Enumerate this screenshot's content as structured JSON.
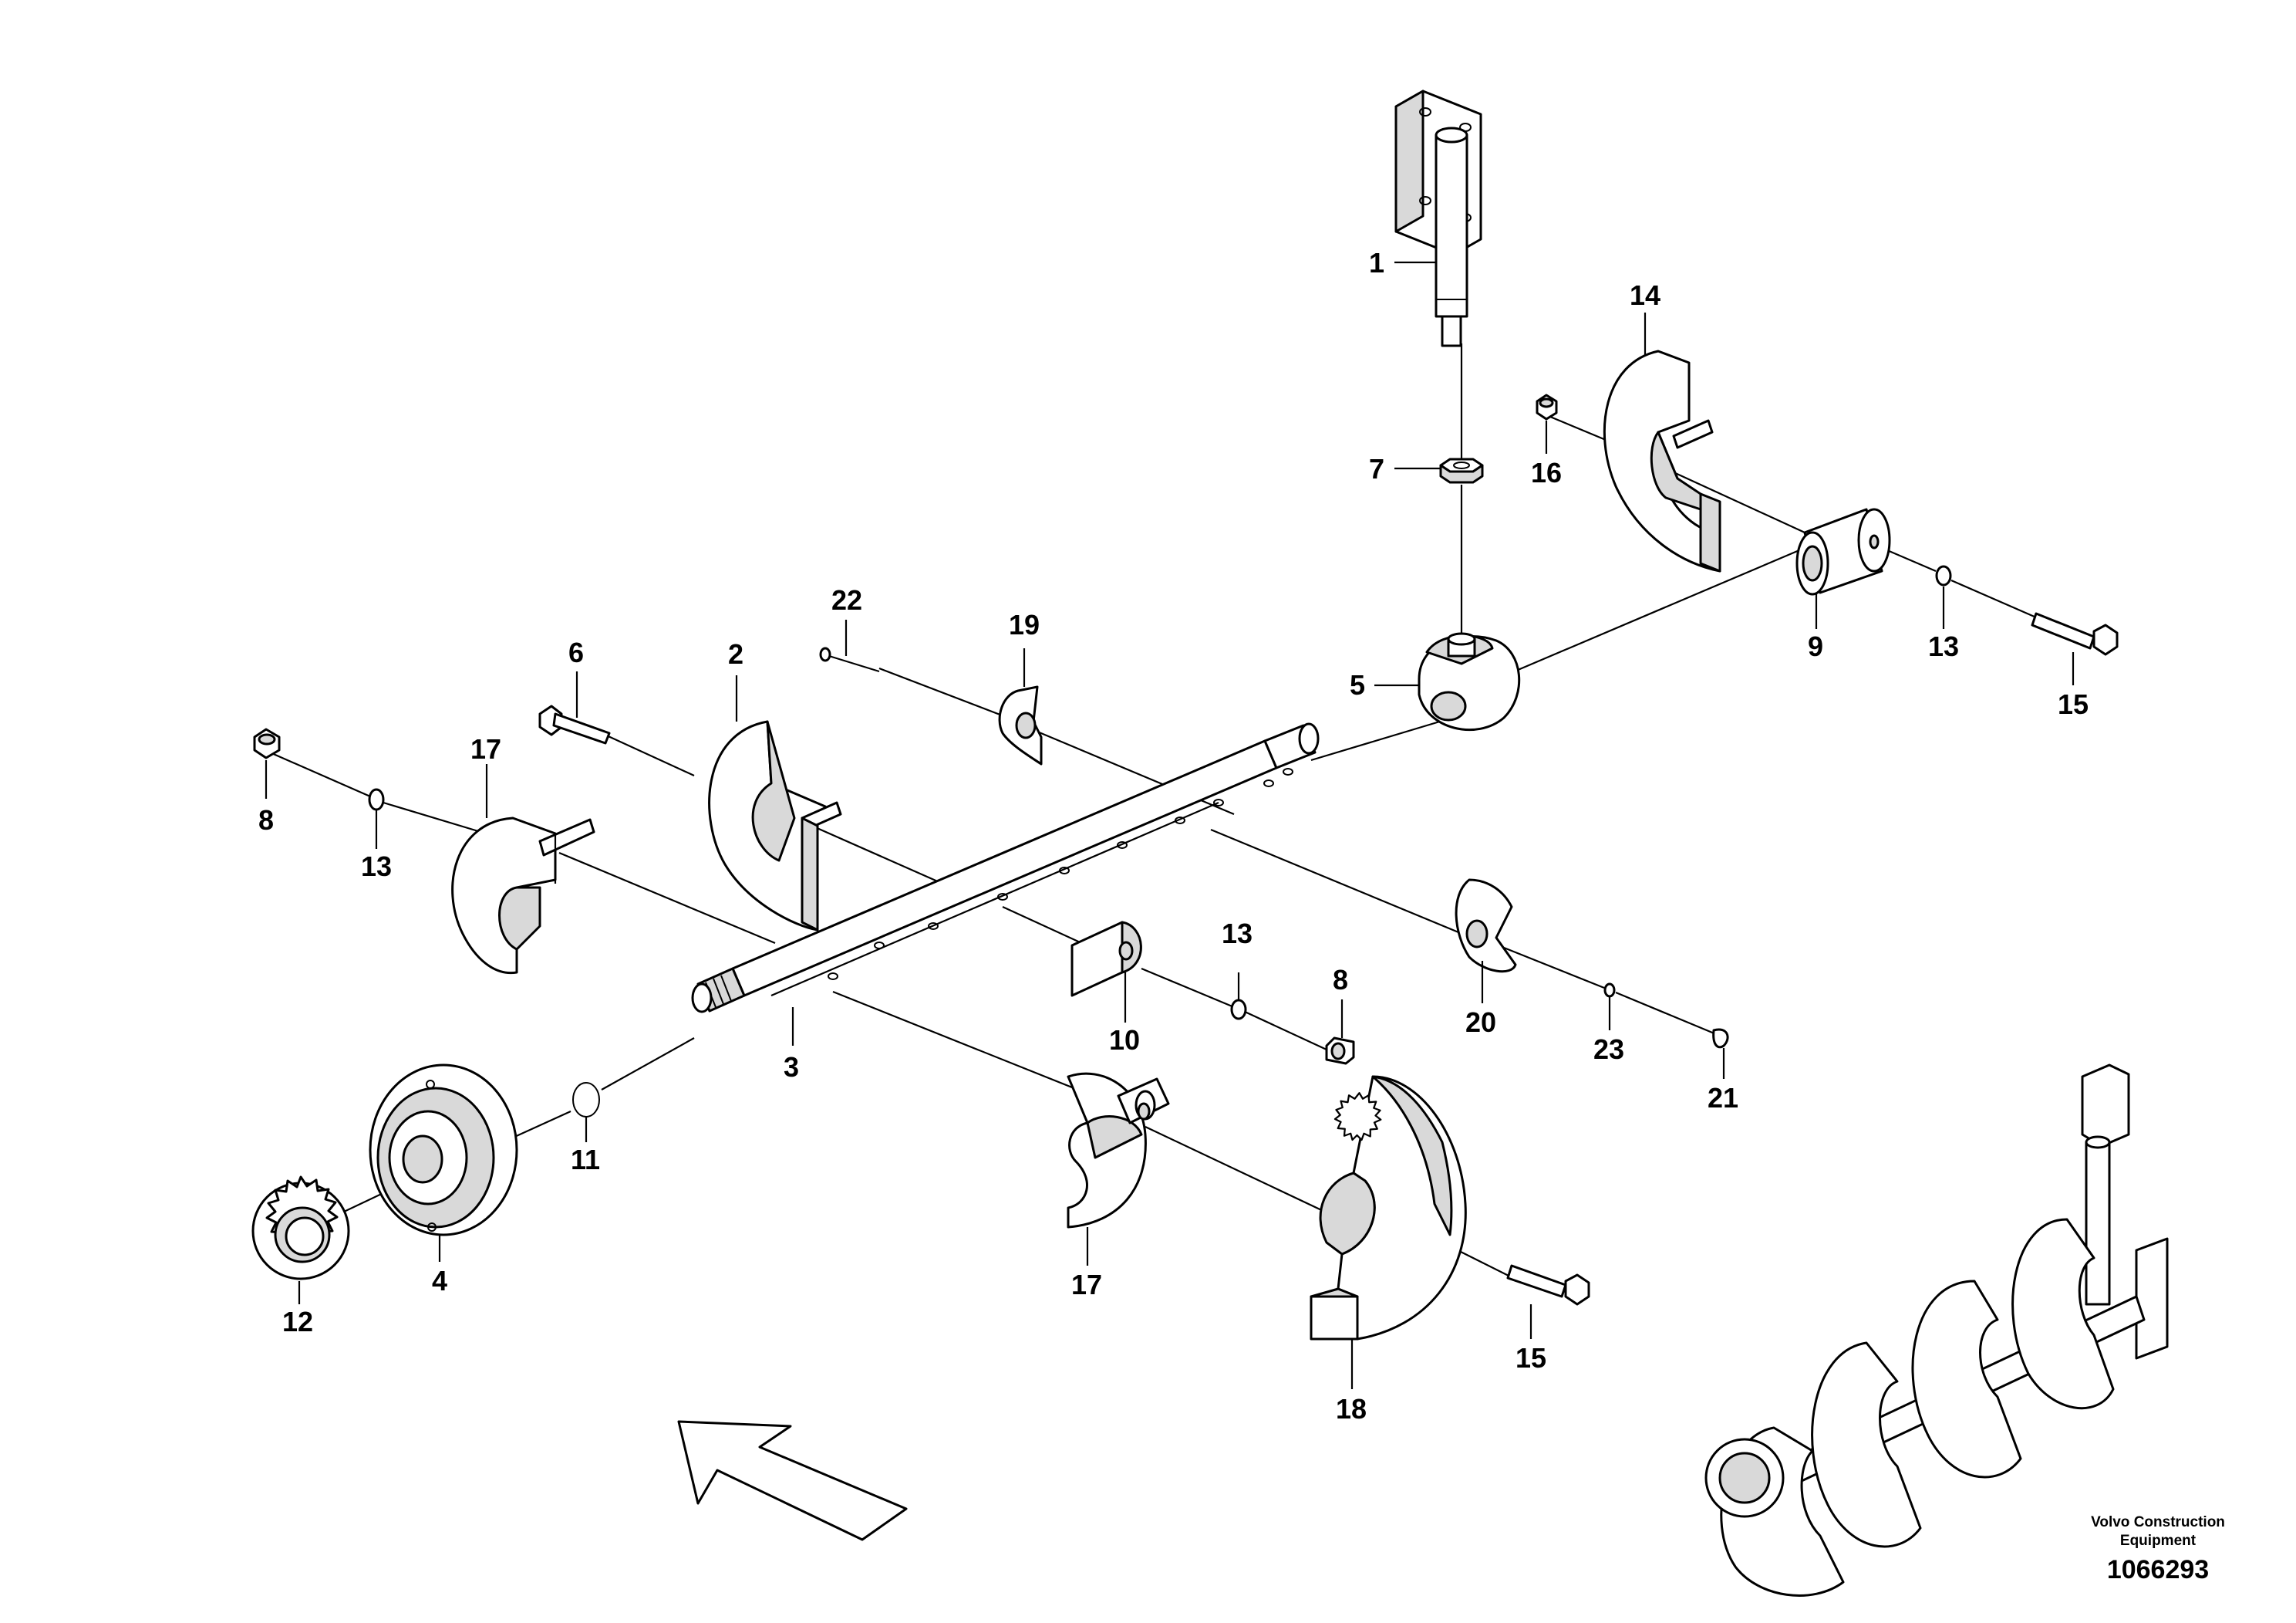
{
  "diagram": {
    "callouts": {
      "1": "1",
      "2": "2",
      "3": "3",
      "4": "4",
      "5": "5",
      "6": "6",
      "7": "7",
      "8a": "8",
      "8b": "8",
      "9": "9",
      "10": "10",
      "11": "11",
      "12": "12",
      "13a": "13",
      "13b": "13",
      "13c": "13",
      "14": "14",
      "15a": "15",
      "15b": "15",
      "16": "16",
      "17a": "17",
      "17b": "17",
      "18": "18",
      "19": "19",
      "20": "20",
      "21": "21",
      "22": "22",
      "23": "23"
    },
    "brand_line1": "Volvo Construction",
    "brand_line2": "Equipment",
    "document_number": "1066293"
  }
}
